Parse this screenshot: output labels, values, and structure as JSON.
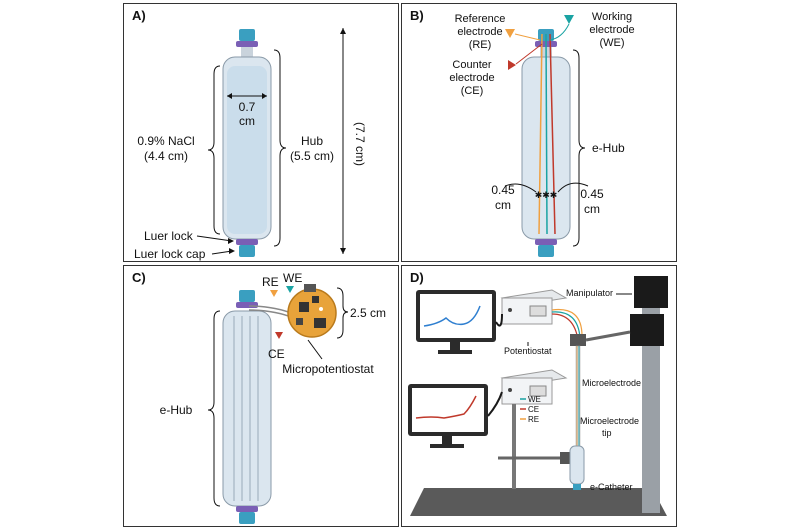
{
  "panels": {
    "a": {
      "letter": "A)",
      "width_label": [
        "0.7",
        "cm"
      ],
      "nacl_label": [
        "0.9% NaCl",
        "(4.4 cm)"
      ],
      "hub_label": [
        "Hub",
        "(5.5 cm)"
      ],
      "total_label": "(7.7 cm)",
      "luer_lock": "Luer lock",
      "luer_cap": "Luer lock cap"
    },
    "b": {
      "letter": "B)",
      "re_label": [
        "Reference",
        "electrode",
        "(RE)"
      ],
      "we_label": [
        "Working",
        "electrode",
        "(WE)"
      ],
      "ce_label": [
        "Counter",
        "electrode",
        "(CE)"
      ],
      "ehub_label": "e-Hub",
      "left_gap": [
        "0.45",
        "cm"
      ],
      "right_gap": [
        "0.45",
        "cm"
      ]
    },
    "c": {
      "letter": "C)",
      "re": "RE",
      "we": "WE",
      "ce": "CE",
      "size_label": "2.5 cm",
      "device_label": "Micropotentiostat",
      "ehub_label": "e-Hub"
    },
    "d": {
      "letter": "D)",
      "manipulator": "Manipulator",
      "potentiostat": "Potentiostat",
      "microelectrode": "Microelectrode",
      "tip_label": [
        "Microelectrode",
        "tip"
      ],
      "catheter": "e-Catheter",
      "legend": [
        "WE",
        "CE",
        "RE"
      ]
    }
  },
  "colors": {
    "we": "#1aa3a3",
    "re": "#f0a040",
    "ce": "#c0392b",
    "tube_fill": "#dbe6ef",
    "cap": "#3a9fc0",
    "collar": "#7a5fb5"
  }
}
